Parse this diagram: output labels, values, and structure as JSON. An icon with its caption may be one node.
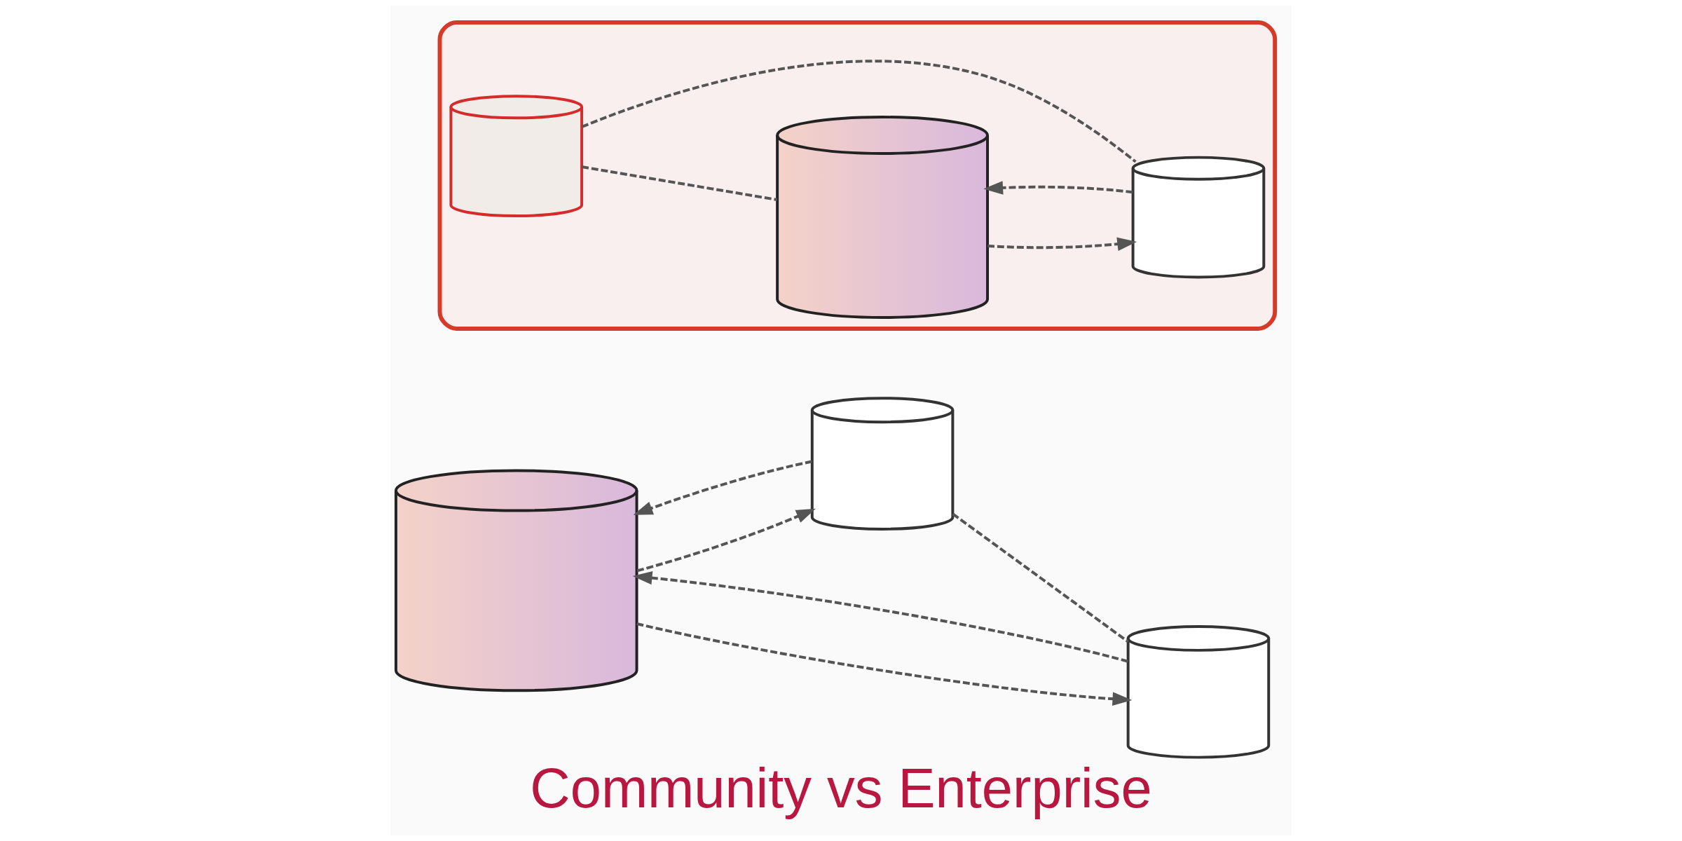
{
  "diagram": {
    "title": "Community vs Enterprise",
    "nodes": [
      {
        "text": [],
        "shape": "cylinder"
      },
      {
        "text": [],
        "shape": "cylinder"
      },
      {
        "text": [],
        "shape": "cylinder"
      },
      {
        "text": [],
        "shape": "box"
      },
      {
        "text": [],
        "shape": "cylinder",
        "in": 3
      },
      {
        "text": [],
        "shape": "cylinder",
        "in": 3
      },
      {
        "text": [],
        "shape": "cylinder",
        "in": 3
      }
    ],
    "edges": [
      {
        "from": 1,
        "to": 0,
        "arrow": "to",
        "style": "dashed"
      },
      {
        "from": 0,
        "to": 1,
        "arrow": "to",
        "style": "dashed"
      },
      {
        "from": 1,
        "to": 2,
        "arrow": "none",
        "style": "dashed"
      },
      {
        "from": 2,
        "to": 0,
        "arrow": "to",
        "style": "dashed"
      },
      {
        "from": 0,
        "to": 2,
        "arrow": "to",
        "style": "dashed"
      },
      {
        "from": 4,
        "to": 5,
        "arrow": "none",
        "style": "dashed"
      },
      {
        "from": 5,
        "to": 6,
        "arrow": "to",
        "style": "dashed"
      },
      {
        "from": 6,
        "to": 5,
        "arrow": "to",
        "style": "dashed"
      },
      {
        "from": 4,
        "to": 6,
        "arrow": "none",
        "style": "dashed"
      }
    ]
  }
}
